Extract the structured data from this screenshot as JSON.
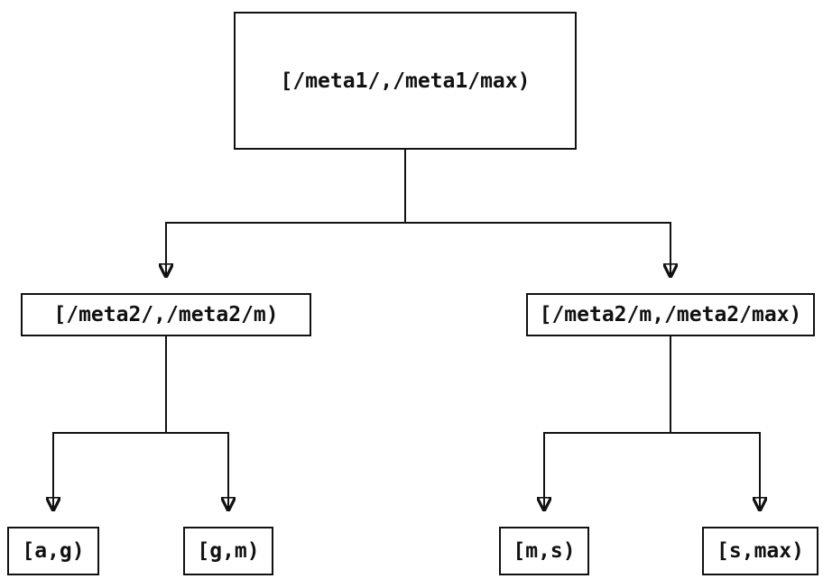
{
  "diagram": {
    "type": "interval-partition-tree",
    "colors": {
      "foreground": "#111111",
      "background": "#ffffff"
    },
    "nodes": {
      "root": {
        "id": "root",
        "label": "[/meta1/,/meta1/max)",
        "level": 0
      },
      "left": {
        "id": "left",
        "label": "[/meta2/,/meta2/m)",
        "level": 1
      },
      "right": {
        "id": "right",
        "label": "[/meta2/m,/meta2/max)",
        "level": 1
      },
      "left_left": {
        "id": "left_left",
        "label": "[a,g)",
        "level": 2
      },
      "left_right": {
        "id": "left_right",
        "label": "[g,m)",
        "level": 2
      },
      "right_left": {
        "id": "right_left",
        "label": "[m,s)",
        "level": 2
      },
      "right_right": {
        "id": "right_right",
        "label": "[s,max)",
        "level": 2
      }
    },
    "edges": [
      {
        "from": "root",
        "to": "left"
      },
      {
        "from": "root",
        "to": "right"
      },
      {
        "from": "left",
        "to": "left_left"
      },
      {
        "from": "left",
        "to": "left_right"
      },
      {
        "from": "right",
        "to": "right_left"
      },
      {
        "from": "right",
        "to": "right_right"
      }
    ]
  }
}
